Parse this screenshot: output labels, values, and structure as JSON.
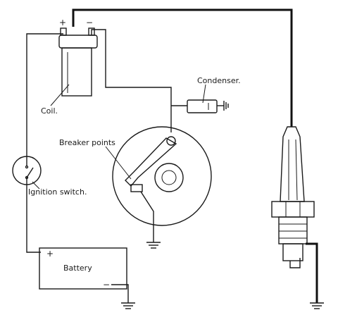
{
  "labels": {
    "coil": "Coil.",
    "condenser": "Condenser.",
    "breaker_points": "Breaker points",
    "ignition_switch": "Ignition switch.",
    "battery": "Battery",
    "coil_plus": "+",
    "coil_minus": "−",
    "battery_plus": "+",
    "battery_minus": "−"
  }
}
